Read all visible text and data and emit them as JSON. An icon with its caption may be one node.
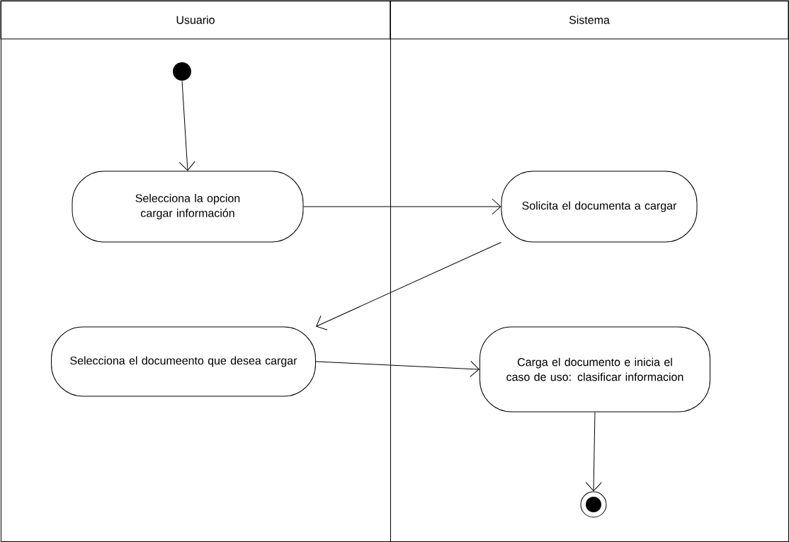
{
  "diagram": {
    "nodes": [
      {
        "text": [
          "Usuario"
        ]
      },
      {
        "text": [
          "Sistema"
        ]
      },
      {
        "text": [],
        "shape": "circle",
        "in": 0
      },
      {
        "text": [
          "Selecciona la opcion cargar información"
        ],
        "in": 0
      },
      {
        "text": [
          "Solicita el documenta a cargar"
        ],
        "in": 1
      },
      {
        "text": [
          "Selecciona el documeento que desea cargar"
        ],
        "in": 0
      },
      {
        "text": [
          "Carga el documento e inicia el caso de uso: clasificar informacion"
        ],
        "in": 1
      },
      {
        "text": [],
        "shape": "bullseye",
        "in": 1
      }
    ],
    "edges": [
      {
        "from": 2,
        "to": 3,
        "arrow": "to"
      },
      {
        "from": 3,
        "to": 4,
        "arrow": "to"
      },
      {
        "from": 4,
        "to": 5,
        "arrow": "to"
      },
      {
        "from": 5,
        "to": 6,
        "arrow": "to"
      },
      {
        "from": 6,
        "to": 7,
        "arrow": "to"
      }
    ]
  }
}
